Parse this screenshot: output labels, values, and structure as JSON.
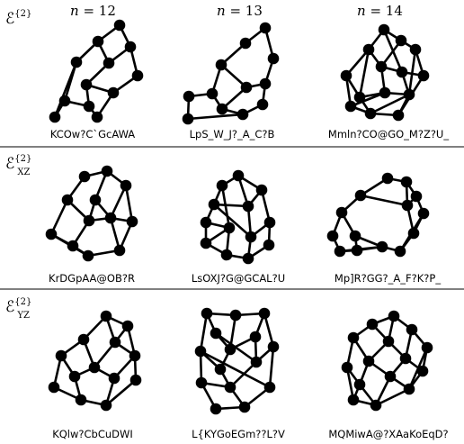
{
  "column_labels": [
    {
      "var": "n",
      "eq": " = ",
      "num": "12"
    },
    {
      "var": "n",
      "eq": " = ",
      "num": "13"
    },
    {
      "var": "n",
      "eq": " = ",
      "num": "14"
    }
  ],
  "rows": [
    {
      "label": {
        "main": "ℰ",
        "sup": "{2}",
        "sub": ""
      },
      "codes": [
        "KCOw?C`GcAWA",
        "LpS_W_J?_A_C?B",
        "Mmln?CO@GO_M?Z?U_"
      ]
    },
    {
      "label": {
        "main": "ℰ",
        "sup": "{2}",
        "sub": "XZ"
      },
      "codes": [
        "KrDGpAA@OB?R",
        "LsOXJ?G@GCAL?U",
        "Mp]R?GG?_A_F?K?P_"
      ]
    },
    {
      "label": {
        "main": "ℰ",
        "sup": "{2}",
        "sub": "YZ"
      },
      "codes": [
        "KQlw?CbCuDWI",
        "L{KYGoEGm??L?V",
        "MQMiwA@?XAaKoEqD?"
      ]
    }
  ],
  "node_color": "#000000",
  "edge_color": "#000000"
}
